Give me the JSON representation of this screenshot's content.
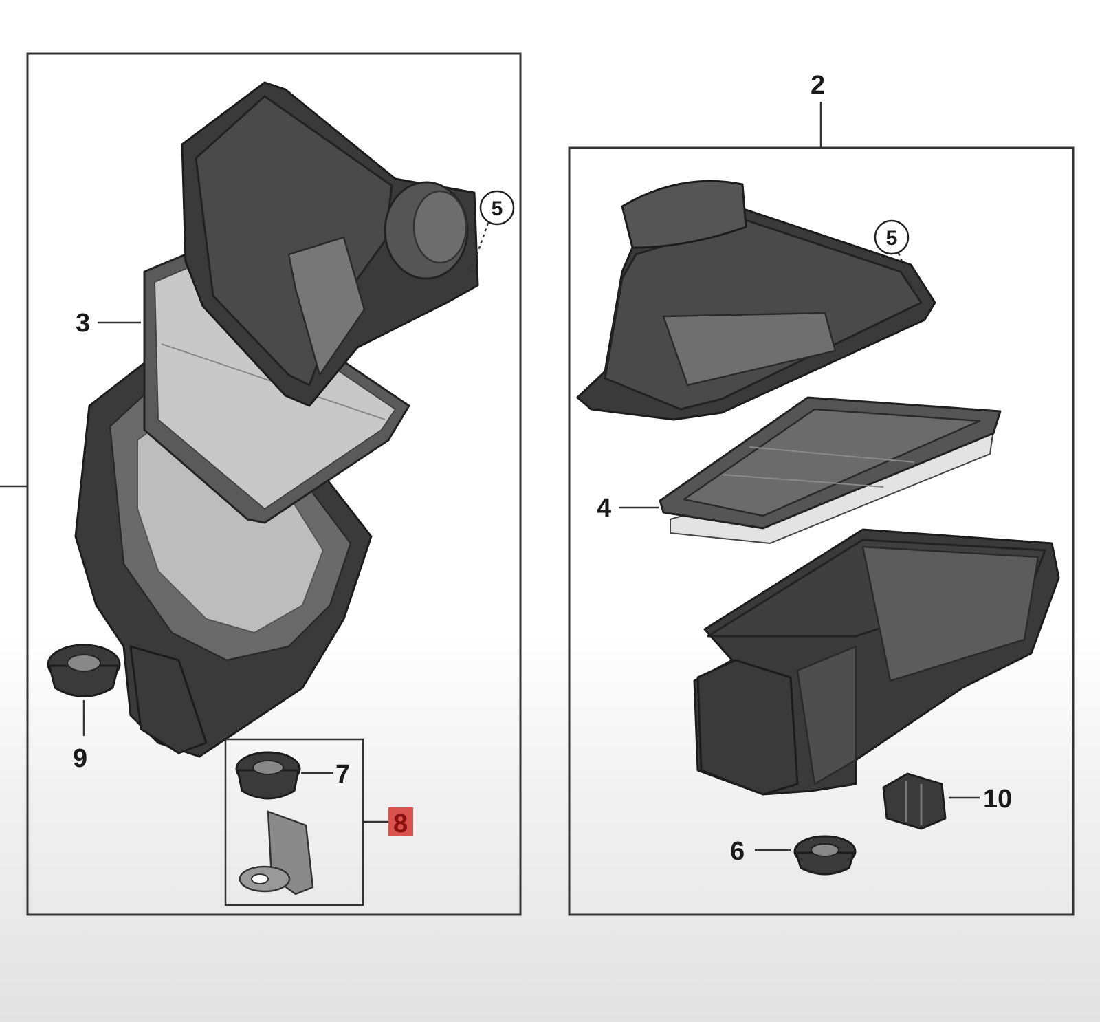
{
  "callouts": {
    "c2": "2",
    "c3": "3",
    "c4": "4",
    "c5a": "5",
    "c5b": "5",
    "c6": "6",
    "c7": "7",
    "c8": "8",
    "c9": "9",
    "c10": "10"
  },
  "colors": {
    "part_dark": "#4a4a4a",
    "filter_light": "#d9d9d9",
    "highlight_box": "#d9534f"
  }
}
